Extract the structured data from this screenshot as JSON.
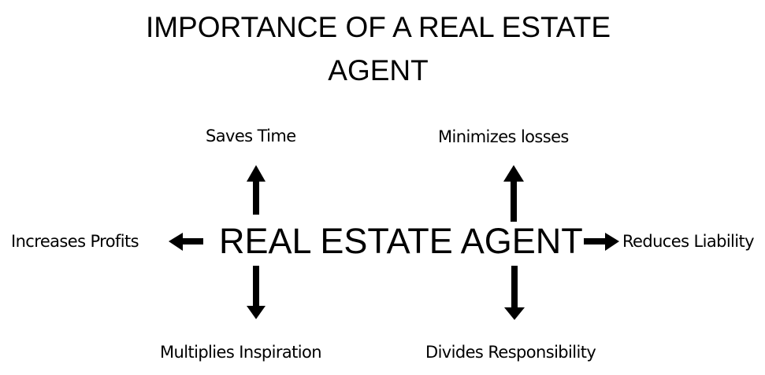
{
  "title": {
    "line1": "IMPORTANCE OF A REAL ESTATE",
    "line2": "AGENT"
  },
  "center": "REAL ESTATE AGENT",
  "benefits": {
    "top_left": "Saves Time",
    "top_right": "Minimizes losses",
    "left": "Increases Profits",
    "right": "Reduces Liability",
    "bottom_left": "Multiplies Inspiration",
    "bottom_right": "Divides Responsibility"
  },
  "icons": [
    "arrow-up-icon",
    "arrow-up-icon",
    "arrow-left-icon",
    "arrow-right-icon",
    "arrow-down-icon",
    "arrow-down-icon"
  ]
}
